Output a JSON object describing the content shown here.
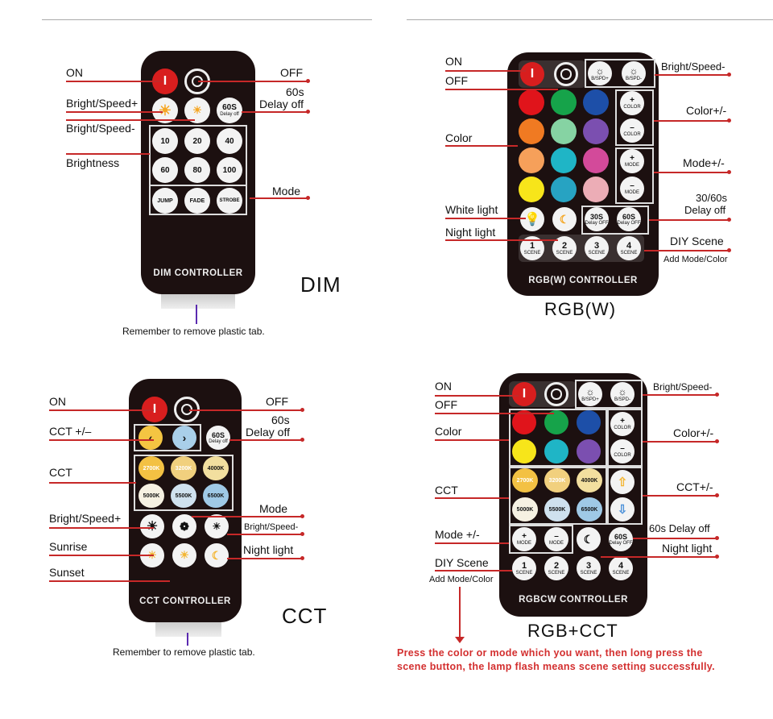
{
  "dim": {
    "title_big": "DIM",
    "controller": "DIM CONTROLLER",
    "note": "Remember to remove plastic tab.",
    "labels": {
      "on": "ON",
      "off": "OFF",
      "d60a": "60s",
      "d60b": "Delay off",
      "bsp": "Bright/Speed+",
      "bsm": "Bright/Speed-",
      "brightness": "Brightness",
      "mode": "Mode"
    },
    "buttons": {
      "on": "I",
      "delay": "60S",
      "delay_sub": "Delay off",
      "b10": "10",
      "b20": "20",
      "b40": "40",
      "b60": "60",
      "b80": "80",
      "b100": "100",
      "jump": "JUMP",
      "fade": "FADE",
      "strobe": "STROBE"
    }
  },
  "rgbw": {
    "title_big": "RGB(W)",
    "controller": "RGB(W) CONTROLLER",
    "labels": {
      "on": "ON",
      "off": "OFF",
      "bright": "Bright/Speed-",
      "color_pm": "Color+/-",
      "mode_pm": "Mode+/-",
      "delay_a": "30/60s",
      "delay_b": "Delay off",
      "color": "Color",
      "white": "White light",
      "night": "Night light",
      "diy": "DIY Scene",
      "addmode": "Add Mode/Color"
    },
    "buttons": {
      "on": "I",
      "bsp": "B/SPD+",
      "bsm": "B/SPD-",
      "color_plus": "COLOR",
      "color_minus": "COLOR",
      "mode_plus": "MODE",
      "mode_minus": "MODE",
      "d30": "30S",
      "d60": "60S",
      "delay_sub": "Delay OFF",
      "s1": "1",
      "s2": "2",
      "s3": "3",
      "s4": "4",
      "scene": "SCENE"
    },
    "colors": [
      "#e0141b",
      "#16a34a",
      "#1d4fa8",
      "#f07a22",
      "#86d3a3",
      "#7b4fb0",
      "#f6a05a",
      "#1fb5c6",
      "#d34a9a",
      "#f7e51a",
      "#27a3c2",
      "#ecadb6"
    ]
  },
  "cct": {
    "title_big": "CCT",
    "controller": "CCT CONTROLLER",
    "note": "Remember to remove plastic tab.",
    "labels": {
      "on": "ON",
      "off": "OFF",
      "cct": "CCT +/–",
      "d60a": "60s",
      "d60b": "Delay off",
      "cct2": "CCT",
      "bsp": "Bright/Speed+",
      "mode": "Mode",
      "bsm": "Bright/Speed-",
      "sunrise": "Sunrise",
      "night": "Night light",
      "sunset": "Sunset"
    },
    "buttons": {
      "on": "I",
      "delay": "60S",
      "delay_sub": "Delay off",
      "k2700": "2700K",
      "k3200": "3200K",
      "k4000": "4000K",
      "k5000": "5000K",
      "k5500": "5500K",
      "k6500": "6500K"
    }
  },
  "rgbcct": {
    "title_big": "RGB+CCT",
    "controller": "RGBCW CONTROLLER",
    "labels": {
      "on": "ON",
      "off": "OFF",
      "bright": "Bright/Speed-",
      "color": "Color",
      "color_pm": "Color+/-",
      "cct": "CCT",
      "cct_pm": "CCT+/-",
      "mode_pm": "Mode +/-",
      "delay": "60s Delay off",
      "night": "Night light",
      "diy": "DIY Scene",
      "addmode": "Add Mode/Color"
    },
    "buttons": {
      "on": "I",
      "bsp": "B/SPD+",
      "bsm": "B/SPD-",
      "color_plus": "COLOR",
      "color_minus": "COLOR",
      "k2700": "2700K",
      "k3200": "3200K",
      "k4000": "4000K",
      "k5000": "5000K",
      "k5500": "5500K",
      "k6500": "6500K",
      "mode": "MODE",
      "d60": "60S",
      "delay_sub": "Delay OFF",
      "s1": "1",
      "s2": "2",
      "s3": "3",
      "s4": "4",
      "scene": "SCENE"
    },
    "colors": [
      "#e0141b",
      "#16a34a",
      "#1d4fa8",
      "#f7e51a",
      "#1fb5c6",
      "#7b4fb0"
    ]
  },
  "instruction": {
    "line1": "Press the color or mode which you want, then long press the",
    "line2": "scene button, the lamp flash means scene setting successfully."
  }
}
